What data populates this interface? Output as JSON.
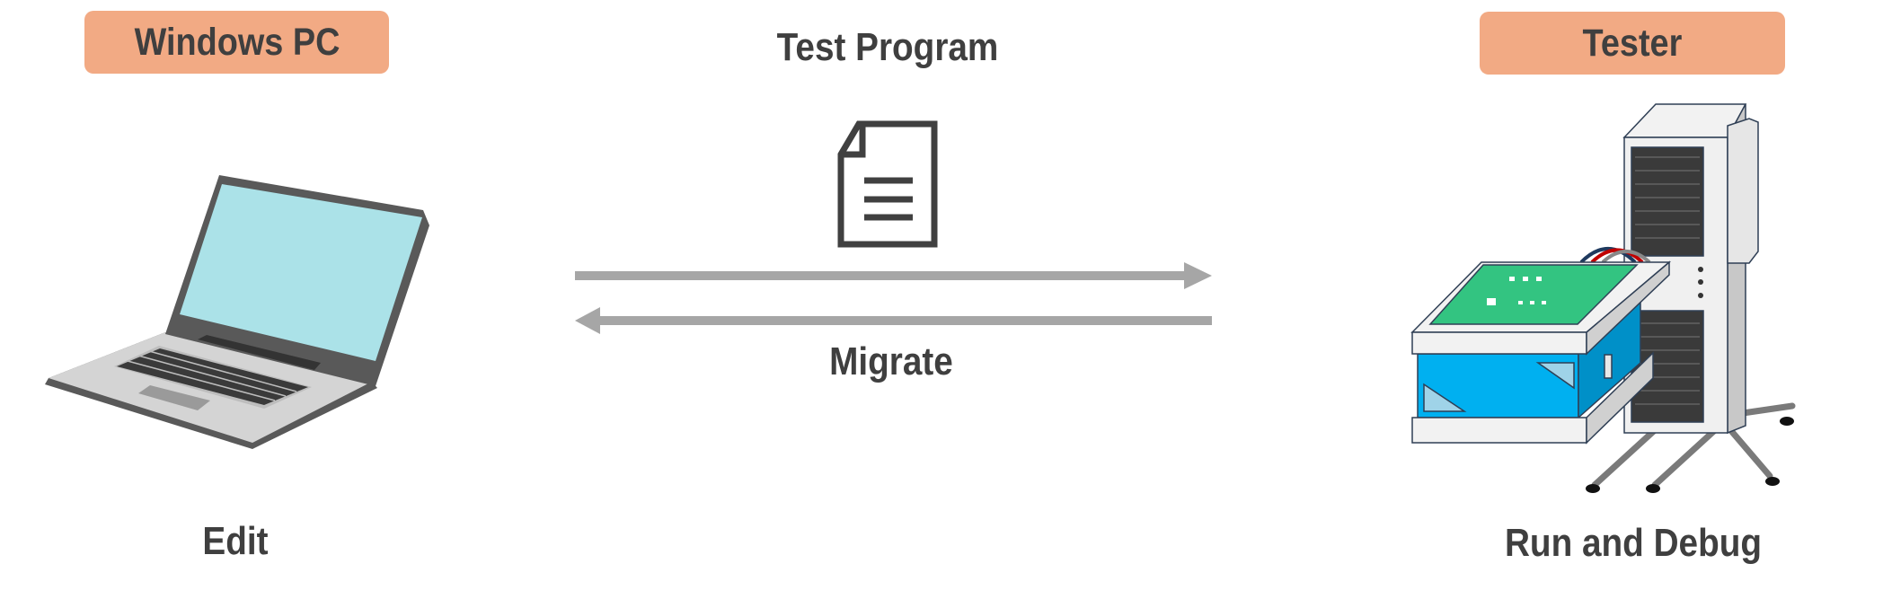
{
  "left": {
    "badge": "Windows PC",
    "caption": "Edit",
    "icon": "laptop-icon"
  },
  "center": {
    "title": "Test Program",
    "arrow_label": "Migrate",
    "icon": "document-icon"
  },
  "right": {
    "badge": "Tester",
    "caption": "Run and Debug",
    "icon": "tester-machine-icon"
  },
  "colors": {
    "badge": "#f2aa84",
    "text": "#3f3f3f",
    "arrow": "#a6a6a6"
  }
}
